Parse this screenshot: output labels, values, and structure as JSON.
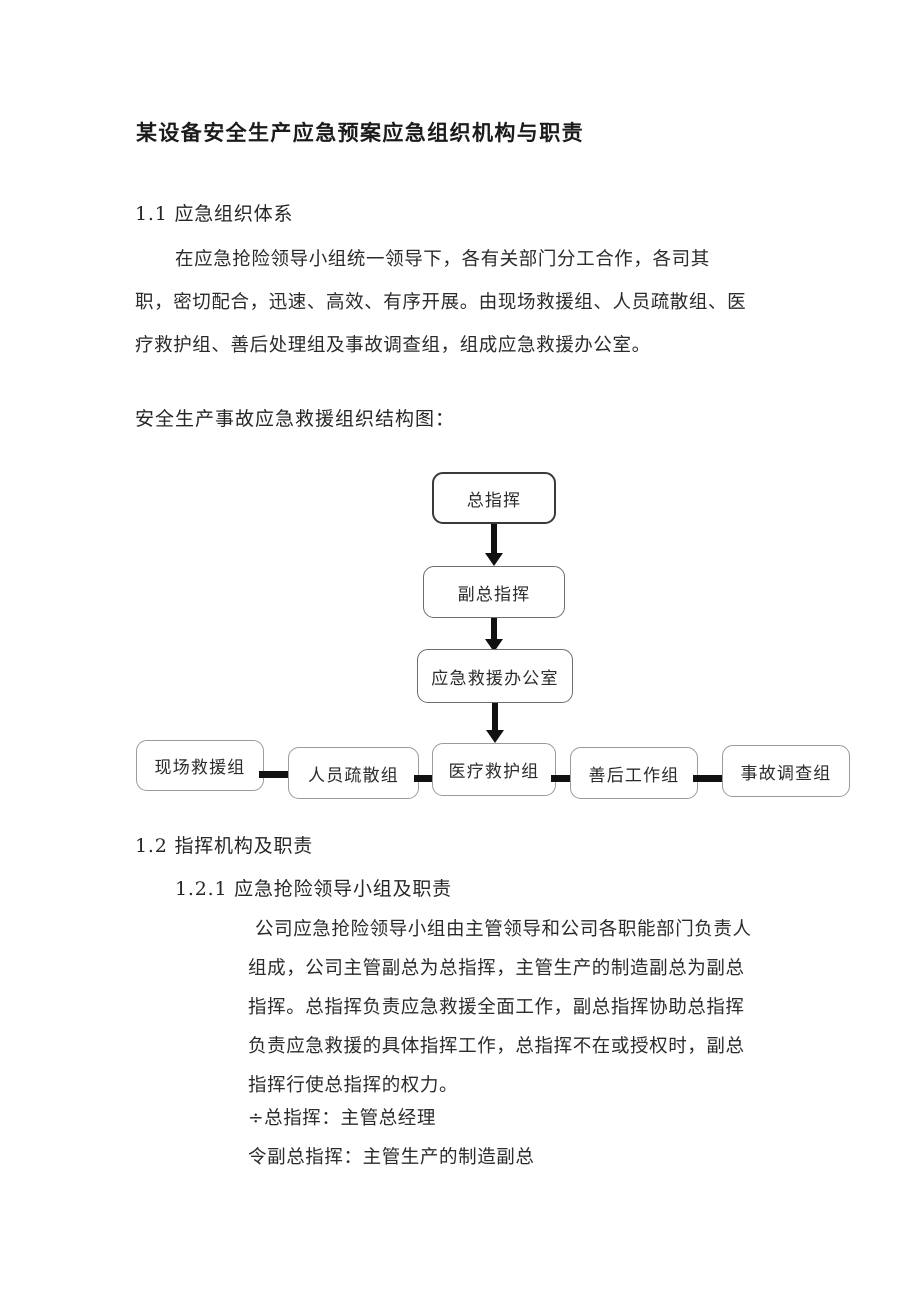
{
  "document": {
    "title": "某设备安全生产应急预案应急组织机构与职责",
    "sections": {
      "h1_1": "1.1 应急组织体系",
      "h1_2": "1.2 指挥机构及职责",
      "h1_2_1": "1.2.1 应急抢险领导小组及职责"
    },
    "paragraph_1": {
      "line1": "在应急抢险领导小组统一领导下，各有关部门分工合作，各司其",
      "line2": "职，密切配合，迅速、高效、有序开展。由现场救援组、人员疏散组、医",
      "line3": "疗救护组、善后处理组及事故调查组，组成应急救援办公室。"
    },
    "chart_caption": "安全生产事故应急救援组织结构图：",
    "paragraph_2": {
      "line1": "公司应急抢险领导小组由主管领导和公司各职能部门负责人",
      "line2": "组成，公司主管副总为总指挥，主管生产的制造副总为副总",
      "line3": "指挥。总指挥负责应急救援全面工作，副总指挥协助总指挥",
      "line4": "负责应急救援的具体指挥工作，总指挥不在或授权时，副总",
      "line5": "指挥行使总指挥的权力。"
    },
    "bullets": [
      {
        "marker": "÷",
        "text": "总指挥：主管总经理"
      },
      {
        "marker": "令",
        "text": "副总指挥：主管生产的制造副总"
      }
    ]
  },
  "org_chart": {
    "type": "diagram",
    "title": "安全生产事故应急救援组织结构图",
    "levels": [
      {
        "label": "总指挥",
        "level": 1
      },
      {
        "label": "副总指挥",
        "level": 2
      },
      {
        "label": "应急救援办公室",
        "level": 3
      }
    ],
    "teams": [
      "现场救援组",
      "人员疏散组",
      "医疗救护组",
      "善后工作组",
      "事故调查组"
    ],
    "colors": {
      "node_border": "#9a9a9a",
      "node_border_strong": "#3a3a3a",
      "connector": "#111111",
      "node_fill": "#ffffff",
      "text": "#2b2b2b"
    }
  }
}
